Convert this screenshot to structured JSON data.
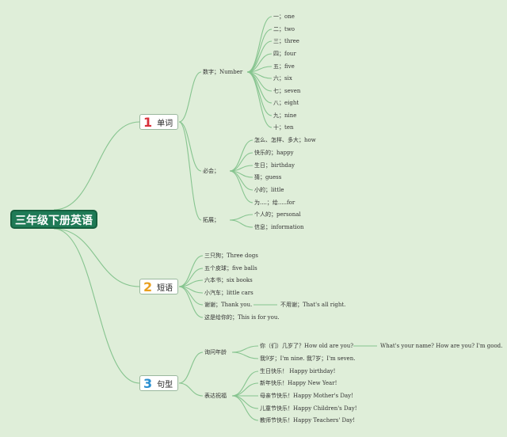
{
  "root": {
    "title": "三年级下册英语"
  },
  "branches": [
    {
      "num": "1",
      "label": "单词",
      "color": "#d8303a"
    },
    {
      "num": "2",
      "label": "短语",
      "color": "#e8a020"
    },
    {
      "num": "3",
      "label": "句型",
      "color": "#2a8fd0"
    }
  ],
  "vocab": {
    "number": {
      "label": "数字；Number",
      "items": [
        "一；one",
        "二；two",
        "三；three",
        "四；four",
        "五；five",
        "六；six",
        "七；seven",
        "八；eight",
        "九；nine",
        "十；ten"
      ]
    },
    "must": {
      "label": "必会；",
      "items": [
        "怎么、怎样、多大；how",
        "快乐的；happy",
        "生日；birthday",
        "猜；guess",
        "小的；little",
        "为....；给.....for"
      ]
    },
    "extend": {
      "label": "拓展；",
      "items": [
        "个人的；personal",
        "信息；information"
      ]
    }
  },
  "phrases": {
    "items": [
      "三只狗；Three dogs",
      "五个皮球；five balls",
      "六本书；six books",
      "小汽车；little cars",
      "谢谢；Thank you.",
      "这是给你的；This is for you."
    ],
    "reply": "不用谢；That's all right."
  },
  "sentences": {
    "age": {
      "label": "询问年龄",
      "q": "你（们）几岁了？How old are you?",
      "q_follow": "What's your name? How are you? I'm good.",
      "a": "我9岁；I'm nine. 我7岁；I'm seven."
    },
    "wishes": {
      "label": "表达祝福",
      "items": [
        "生日快乐！ Happy birthday!",
        "新年快乐！Happy New Year!",
        "母亲节快乐！Happy Mother's Day!",
        "儿童节快乐！Happy Children's Day!",
        "教师节快乐！Happy Teachers' Day!"
      ]
    }
  }
}
